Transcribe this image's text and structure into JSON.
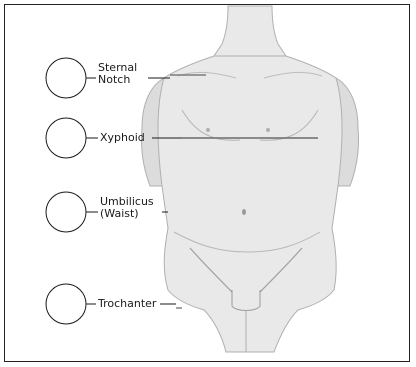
{
  "figure": {
    "labels": [
      {
        "id": "sternal-notch",
        "text": "Sternal\nNotch"
      },
      {
        "id": "xyphoid",
        "text": "Xyphoid"
      },
      {
        "id": "umbilicus",
        "text": "Umbilicus\n(Waist)"
      },
      {
        "id": "trochanter",
        "text": "Trochanter"
      }
    ],
    "colors": {
      "body_fill": "#e9e9e9",
      "body_shade": "#d6d6d6",
      "outline": "#a9a9a9",
      "marker_line": "#7c7c7c",
      "circle_stroke": "#1a1a1a"
    }
  }
}
